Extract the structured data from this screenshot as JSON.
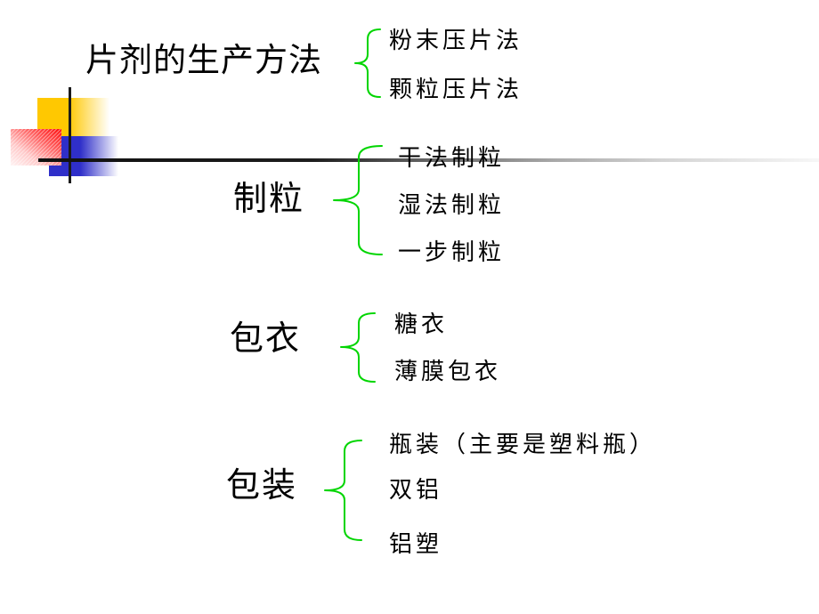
{
  "slide": {
    "title": "片剂的生产方法",
    "groups": [
      {
        "label": "片剂的生产方法",
        "items": [
          "粉末压片法",
          "颗粒压片法"
        ]
      },
      {
        "label": "制粒",
        "items": [
          "干法制粒",
          "湿法制粒",
          "一步制粒"
        ]
      },
      {
        "label": "包衣",
        "items": [
          "糖衣",
          "薄膜包衣"
        ]
      },
      {
        "label": "包装",
        "items": [
          "瓶装（主要是塑料瓶）",
          "双铝",
          "铝塑"
        ]
      }
    ],
    "colors": {
      "brace_green": "#00d500",
      "square_yellow": "#ffc801",
      "square_blue": "#2f2fc9",
      "square_red": "#fe0d0d",
      "line_dark": "#1b1b1b",
      "text": "#000000"
    }
  }
}
